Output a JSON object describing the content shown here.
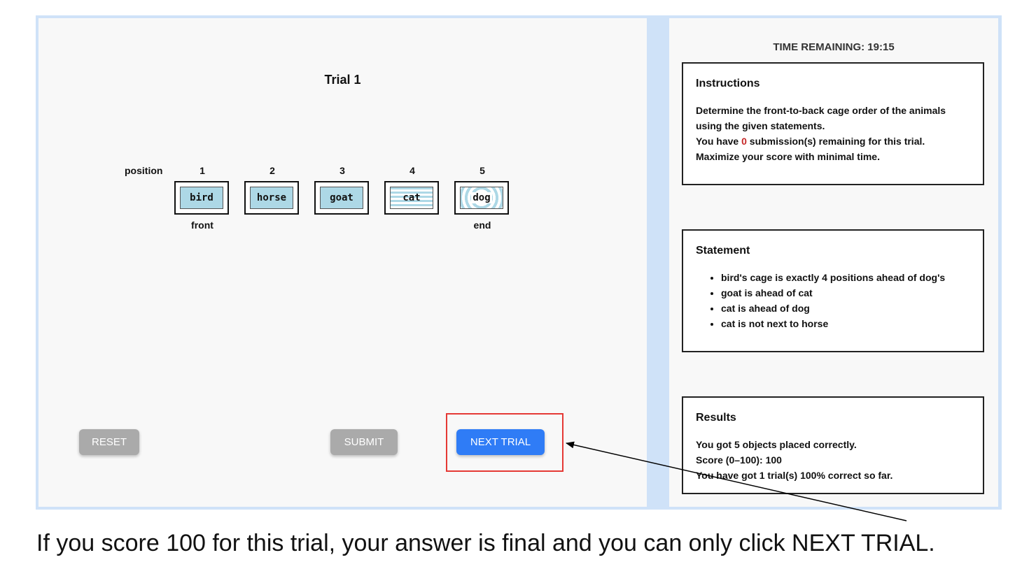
{
  "trial": {
    "title": "Trial 1"
  },
  "board": {
    "position_label": "position",
    "positions": [
      "1",
      "2",
      "3",
      "4",
      "5"
    ],
    "front_label": "front",
    "end_label": "end",
    "animals": [
      "bird",
      "horse",
      "goat",
      "cat",
      "dog"
    ]
  },
  "buttons": {
    "reset": "RESET",
    "submit": "SUBMIT",
    "next": "NEXT TRIAL"
  },
  "sidebar": {
    "timer": "TIME REMAINING: 19:15",
    "instructions": {
      "title": "Instructions",
      "line1": "Determine the front-to-back cage order of the animals using the given statements.",
      "line2_pre": "You have ",
      "remaining": "0",
      "line2_post": " submission(s) remaining for this trial.",
      "line3": "Maximize your score with minimal time."
    },
    "statement": {
      "title": "Statement",
      "items": [
        "bird's cage is exactly 4 positions ahead of dog's",
        "goat is ahead of cat",
        "cat is ahead of dog",
        "cat is not next to horse"
      ]
    },
    "results": {
      "title": "Results",
      "line1": "You got 5 objects placed correctly.",
      "line2": "Score (0–100): 100",
      "line3": "You have got 1 trial(s) 100% correct so far."
    }
  },
  "caption": "If you score 100 for this trial, your answer is final and you can only click NEXT TRIAL.",
  "colors": {
    "tile": "#add8e6",
    "next_button": "#2f7cf6",
    "disabled_button": "#aaaaaa",
    "highlight": "#e53935",
    "remaining": "#c62828"
  }
}
